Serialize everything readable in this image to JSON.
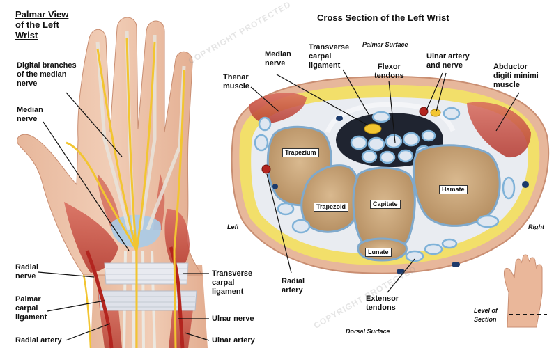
{
  "left_panel": {
    "title": "Palmar View\nof the Left\nWrist",
    "labels": {
      "digital_branches": "Digital branches\nof the median\nnerve",
      "median_nerve": "Median\nnerve",
      "radial_nerve": "Radial\nnerve",
      "palmar_carpal_ligament": "Palmar\ncarpal\nligament",
      "radial_artery": "Radial artery",
      "transverse_carpal_ligament": "Transverse\ncarpal\nligament",
      "ulnar_nerve": "Ulnar nerve",
      "ulnar_artery": "Ulnar artery"
    }
  },
  "right_panel": {
    "title": "Cross Section of the Left Wrist",
    "orientation": {
      "palmar_surface": "Palmar Surface",
      "dorsal_surface": "Dorsal Surface",
      "left": "Left",
      "right": "Right"
    },
    "labels": {
      "median_nerve": "Median\nnerve",
      "transverse_carpal_ligament": "Transverse\ncarpal\nligament",
      "flexor_tendons": "Flexor\ntendons",
      "ulnar_artery_nerve": "Ulnar artery\nand nerve",
      "abductor_digiti_minimi": "Abductor\ndigiti minimi\nmuscle",
      "thenar_muscle": "Thenar\nmuscle",
      "radial_artery": "Radial\nartery",
      "extensor_tendons": "Extensor\ntendons",
      "level_of_section": "Level of\nSection"
    },
    "bones": {
      "trapezium": "Trapezium",
      "trapezoid": "Trapezoid",
      "capitate": "Capitate",
      "hamate": "Hamate",
      "lunate": "Lunate"
    }
  },
  "colors": {
    "skin": "#e9bfa6",
    "muscle": "#c8443a",
    "nerve": "#f2c531",
    "fat": "#f2df6a",
    "bone": "#c9a57a",
    "ligament": "#dfe3ea",
    "artery": "#b3251f",
    "tendon_blue": "#7fb2d8"
  },
  "watermark": "COPYRIGHT PROTECTED"
}
